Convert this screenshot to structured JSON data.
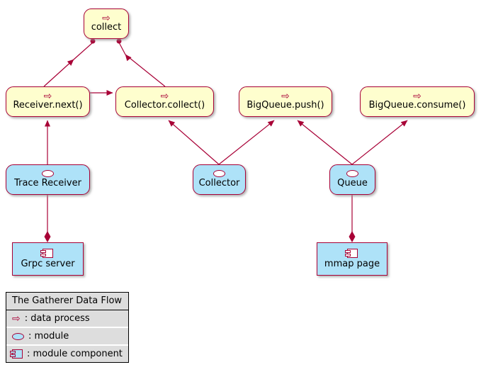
{
  "icons": {
    "process": "⇨"
  },
  "colors": {
    "process_fill": "#FEFECE",
    "module_fill": "#AEE2F8",
    "border_and_arrows": "#A80036",
    "legend_bg": "#DDDDDD"
  },
  "nodes": {
    "collect": {
      "label": "collect",
      "type": "data process"
    },
    "receiver_next": {
      "label": "Receiver.next()",
      "type": "data process"
    },
    "collector_collect": {
      "label": "Collector.collect()",
      "type": "data process"
    },
    "bigqueue_push": {
      "label": "BigQueue.push()",
      "type": "data process"
    },
    "bigqueue_consume": {
      "label": "BigQueue.consume()",
      "type": "data process"
    },
    "trace_receiver": {
      "label": "Trace Receiver",
      "type": "module"
    },
    "collector": {
      "label": "Collector",
      "type": "module"
    },
    "queue": {
      "label": "Queue",
      "type": "module"
    },
    "grpc_server": {
      "label": "Grpc server",
      "type": "module component"
    },
    "mmap_page": {
      "label": "mmap page",
      "type": "module component"
    }
  },
  "edges": [
    {
      "from": "Receiver.next()",
      "to": "collect",
      "style": "arrow-with-circle-end"
    },
    {
      "from": "Collector.collect()",
      "to": "collect",
      "style": "arrow-with-circle-end"
    },
    {
      "from": "Receiver.next()",
      "to": "Collector.collect()",
      "style": "arrow"
    },
    {
      "from": "Trace Receiver",
      "to": "Receiver.next()",
      "style": "arrow"
    },
    {
      "from": "Collector",
      "to": "Collector.collect()",
      "style": "arrow"
    },
    {
      "from": "Collector",
      "to": "BigQueue.push()",
      "style": "arrow"
    },
    {
      "from": "Queue",
      "to": "BigQueue.push()",
      "style": "arrow"
    },
    {
      "from": "Queue",
      "to": "BigQueue.consume()",
      "style": "arrow"
    },
    {
      "from": "Trace Receiver",
      "to": "Grpc server",
      "style": "composition-diamond"
    },
    {
      "from": "Queue",
      "to": "mmap page",
      "style": "composition-diamond"
    }
  ],
  "legend": {
    "title": "The Gatherer Data Flow",
    "items": {
      "process": ": data process",
      "module": ": module",
      "component": ": module component"
    }
  }
}
